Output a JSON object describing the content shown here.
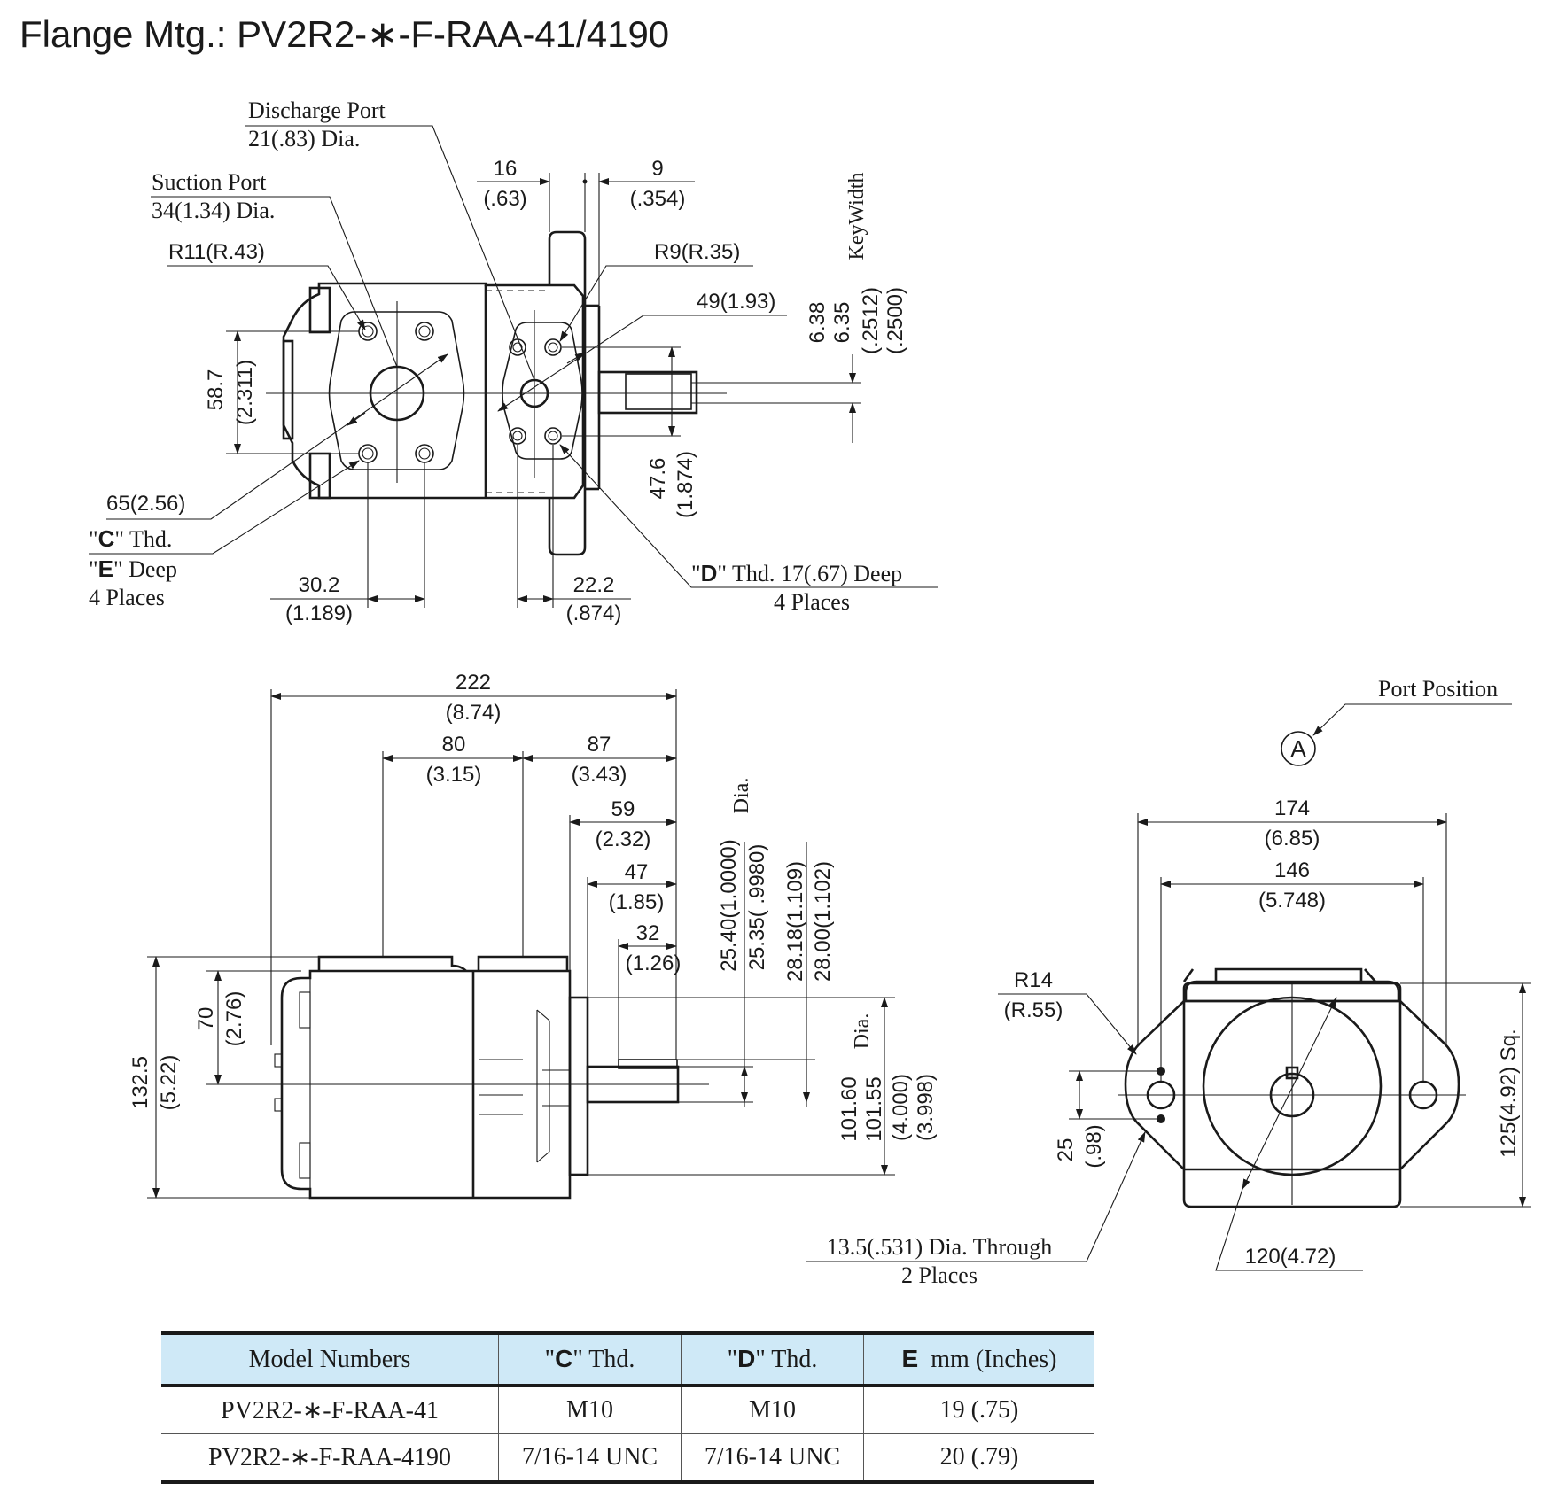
{
  "title": "Flange Mtg.: PV2R2-∗-F-RAA-41/4190",
  "top_view": {
    "discharge_port": "Discharge Port",
    "discharge_dia": "21(.83) Dia.",
    "suction_port": "Suction Port",
    "suction_dia": "34(1.34) Dia.",
    "r11": "R11(R.43)",
    "r9": "R9(R.35)",
    "dim_16": "16",
    "dim_16_in": "(.63)",
    "dim_9": "9",
    "dim_9_in": "(.354)",
    "key_width": "KeyWidth",
    "key_638": "6.38",
    "key_635": "6.35",
    "key_2512": "(.2512)",
    "key_2500": "(.2500)",
    "dim_49": "49(1.93)",
    "dim_587": "58.7",
    "dim_587_in": "(2.311)",
    "dim_476": "47.6",
    "dim_476_in": "(1.874)",
    "dim_65": "65(2.56)",
    "c_thd_q1": "\"",
    "c_letter": "C",
    "c_thd_rest": "\" Thd.",
    "e_letter": "E",
    "e_deep_rest": "\" Deep",
    "four_places_left": "4 Places",
    "dim_302": "30.2",
    "dim_302_in": "(1.189)",
    "dim_222": "22.2",
    "dim_222_in": "(.874)",
    "d_letter": "D",
    "d_thd_rest": "\" Thd. 17(.67) Deep",
    "four_places_right": "4 Places"
  },
  "side_view": {
    "dim_222": "222",
    "dim_222_in": "(8.74)",
    "dim_80": "80",
    "dim_80_in": "(3.15)",
    "dim_87": "87",
    "dim_87_in": "(3.43)",
    "dim_59": "59",
    "dim_59_in": "(2.32)",
    "dim_47": "47",
    "dim_47_in": "(1.85)",
    "dim_32": "32",
    "dim_32_in": "(1.26)",
    "dim_2540": "25.40(1.0000)",
    "dim_2535": "25.35(  .9980)",
    "dia_a": "Dia.",
    "dim_2818": "28.18(1.109)",
    "dim_2800": "28.00(1.102)",
    "dim_1016": "101.60",
    "dim_10155": "101.55",
    "dim_4000": "(4.000)",
    "dim_3998": "(3.998)",
    "dia_b": "Dia.",
    "dim_70": "70",
    "dim_70_in": "(2.76)",
    "dim_1325": "132.5",
    "dim_1325_in": "(5.22)"
  },
  "front_view": {
    "port_position": "Port Position",
    "port_letter": "A",
    "dim_174": "174",
    "dim_174_in": "(6.85)",
    "dim_146": "146",
    "dim_146_in": "(5.748)",
    "r14": "R14",
    "r14_in": "(R.55)",
    "dim_25": "25",
    "dim_25_in": "(.98)",
    "dim_125": "125(4.92) Sq.",
    "hole_label": "13.5(.531) Dia. Through",
    "hole_places": "2 Places",
    "dim_120": "120(4.72)"
  },
  "table": {
    "headers": {
      "model": "Model Numbers",
      "c_letter": "C",
      "c_rest": "\" Thd.",
      "d_letter": "D",
      "d_rest": "\" Thd.",
      "e_letter": "E",
      "e_rest": "mm (Inches)"
    },
    "rows": [
      {
        "model": "PV2R2-∗-F-RAA-41",
        "c": "M10",
        "d": "M10",
        "e": "19 (.75)"
      },
      {
        "model": "PV2R2-∗-F-RAA-4190",
        "c": "7/16-14 UNC",
        "d": "7/16-14 UNC",
        "e": "20 (.79)"
      }
    ]
  }
}
